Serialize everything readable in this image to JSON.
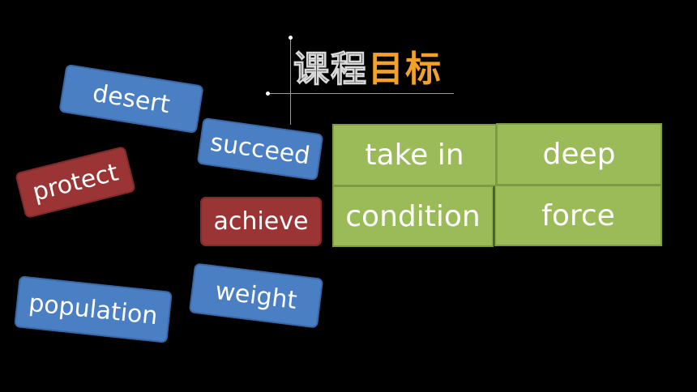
{
  "title": {
    "part1": "课程",
    "part2": "目标"
  },
  "colors": {
    "blue": "#4a7fc4",
    "red": "#9b3535",
    "green": "#9bbb59",
    "title_accent": "#f2a12a"
  },
  "words": {
    "desert": "desert",
    "succeed": "succeed",
    "protect": "protect",
    "achieve": "achieve",
    "weight": "weight",
    "population": "population"
  },
  "table": {
    "r1c1": "take in",
    "r1c2": "deep",
    "r2c1": "condition",
    "r2c2": "force"
  }
}
